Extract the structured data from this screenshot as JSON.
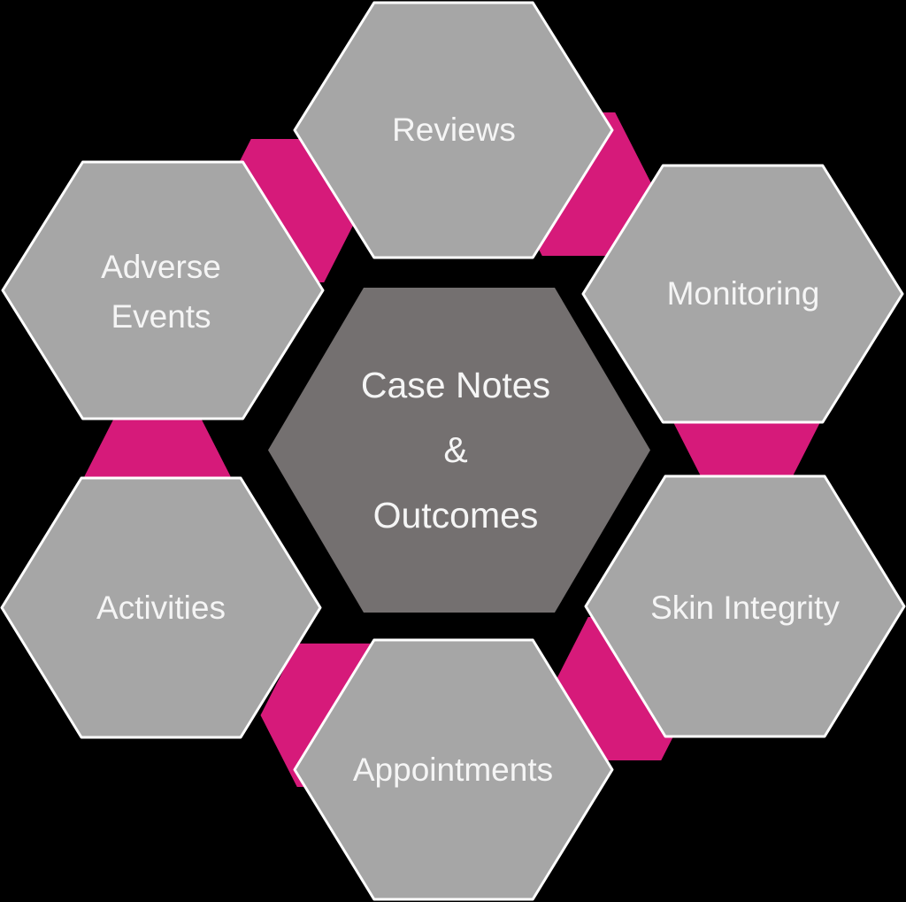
{
  "diagram": {
    "type": "hexagon-cluster",
    "center_node": {
      "lines": [
        "Case Notes",
        "&",
        "Outcomes"
      ]
    },
    "nodes": [
      {
        "id": "reviews",
        "label": "Reviews",
        "position": "top"
      },
      {
        "id": "monitoring",
        "label": "Monitoring",
        "position": "top-right"
      },
      {
        "id": "skin-integrity",
        "label": "Skin Integrity",
        "position": "bottom-right"
      },
      {
        "id": "appointments",
        "label": "Appointments",
        "position": "bottom"
      },
      {
        "id": "activities",
        "label": "Activities",
        "position": "bottom-left"
      },
      {
        "id": "adverse-events",
        "lines": [
          "Adverse",
          "Events"
        ],
        "position": "top-left"
      }
    ],
    "colors": {
      "background": "#000000",
      "hex_fill": "#a6a6a6",
      "hex_stroke": "#ffffff",
      "center_fill": "#747070",
      "accent_pink": "#d61a7a",
      "text": "#f5f5f5"
    }
  }
}
